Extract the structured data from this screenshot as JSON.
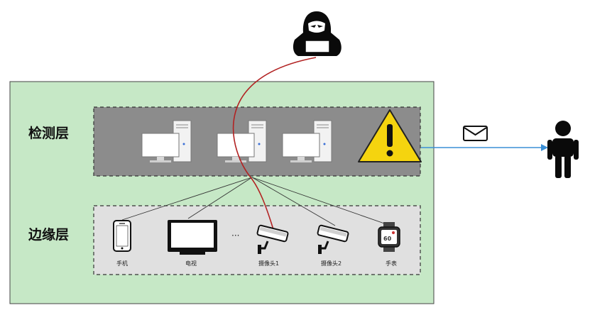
{
  "layers": {
    "detection": {
      "label": "检测层"
    },
    "edge": {
      "label": "边缘层"
    }
  },
  "devices": [
    {
      "icon": "smartphone-icon",
      "label": "手机"
    },
    {
      "icon": "tv-icon",
      "label": "电视"
    },
    {
      "icon": "camera-icon",
      "label": "摄像头1"
    },
    {
      "icon": "camera-icon",
      "label": "摄像头2"
    },
    {
      "icon": "smartwatch-icon",
      "label": "手表"
    }
  ],
  "ellipsis": "···",
  "icons": {
    "attacker": "hacker-icon",
    "server": "server-computer-icon",
    "alert": "warning-icon",
    "notification": "envelope-icon",
    "user": "person-icon"
  },
  "colors": {
    "outer_panel": "#c6e8c6",
    "detection_panel": "#8c8c8c",
    "edge_panel": "#e0e0e0",
    "attack_path": "#b22222",
    "notify_arrow": "#3a8fd6",
    "warning": "#f5d40f"
  }
}
